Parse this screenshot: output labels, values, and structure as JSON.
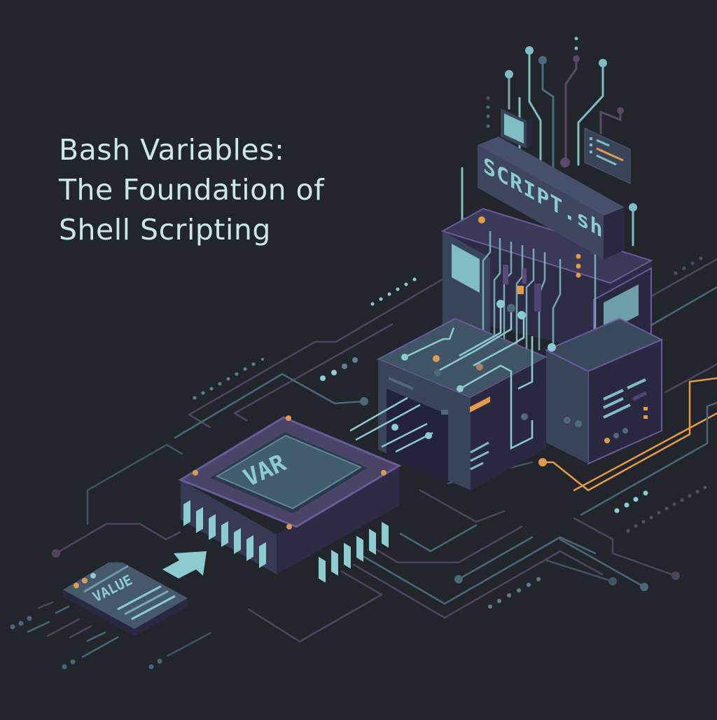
{
  "title": {
    "line1": "Bash Variables:",
    "line2": "The Foundation of",
    "line3": "Shell Scripting"
  },
  "illustration": {
    "script_label": "SCRIPT.sh",
    "chip_label": "VAR",
    "card_label": "VALUE",
    "icons": [
      "value-card-icon",
      "arrow-right-icon",
      "var-chip-icon",
      "script-building-icon",
      "circuit-trace-icon",
      "monitor-icon",
      "code-panel-icon"
    ]
  },
  "colors": {
    "background": "#22262c",
    "title_text": "#cde6ea",
    "teal_accent": "#8ccbd0",
    "purple_trace": "#5a4a68",
    "slate_trace": "#4e6a7a",
    "orange_accent": "#e49a4c",
    "block_top": "#3f5566",
    "block_side_dark": "#2a2840",
    "block_edge": "#6a5a9a"
  }
}
